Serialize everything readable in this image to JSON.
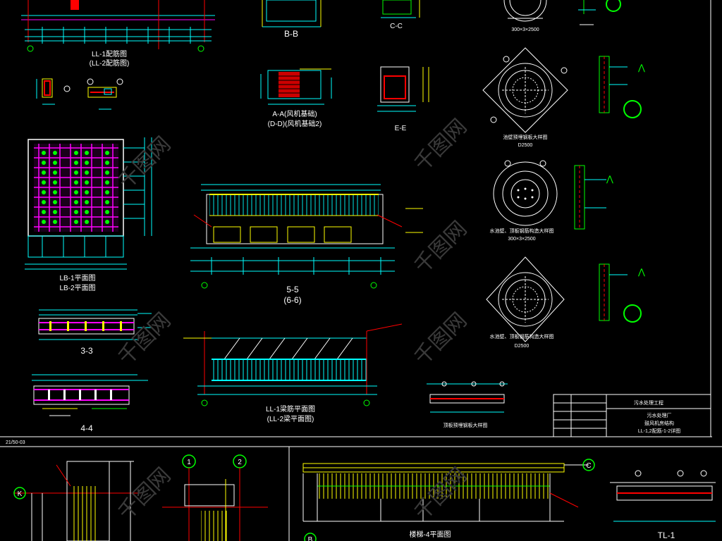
{
  "sections": {
    "ll1_elevation": [
      "LL-1配筋图",
      "(LL-2配筋图)"
    ],
    "bb": "B-B",
    "cc": "C-C",
    "ee": "E-E",
    "aa": [
      "A-A(风机基础)",
      "(D-D)(风机基础2)"
    ],
    "lb": [
      "LB-1平面图",
      "LB-2平面图"
    ],
    "s55": [
      "5-5",
      "(6-6)"
    ],
    "s33": "3-3",
    "s44": "4-4",
    "ll1_plan": [
      "LL-1梁筋平面图",
      "(LL-2梁平面图)"
    ],
    "tank_top": "300×3×2500",
    "tank2": [
      "池壁预埋钢板大样图",
      "D2500"
    ],
    "tank3": [
      "水池壁、顶板钢筋构造大样图",
      "300×3×2500"
    ],
    "tank4": [
      "水池壁、顶板钢筋构造大样图",
      "D2500"
    ],
    "detail_small": "顶板预埋钢板大样图",
    "stair": "楼梯-4平面图",
    "tl": "TL-1",
    "sheet_no": "21/50-03"
  },
  "title_block": {
    "project": "污水处理工程",
    "sub1": "污水处理厂",
    "sub2": "鼓风机房结构",
    "sub3": "LL-1,2配筋-1-2详图"
  },
  "axis_marks": [
    "1",
    "2",
    "K",
    "C",
    "B"
  ],
  "colors": {
    "background": "#000000",
    "white": "#ffffff",
    "cyan": "#00ffff",
    "green": "#00ff00",
    "yellow": "#ffff00",
    "red": "#ff0000",
    "magenta": "#ff00ff"
  },
  "watermark_text": "千图网"
}
